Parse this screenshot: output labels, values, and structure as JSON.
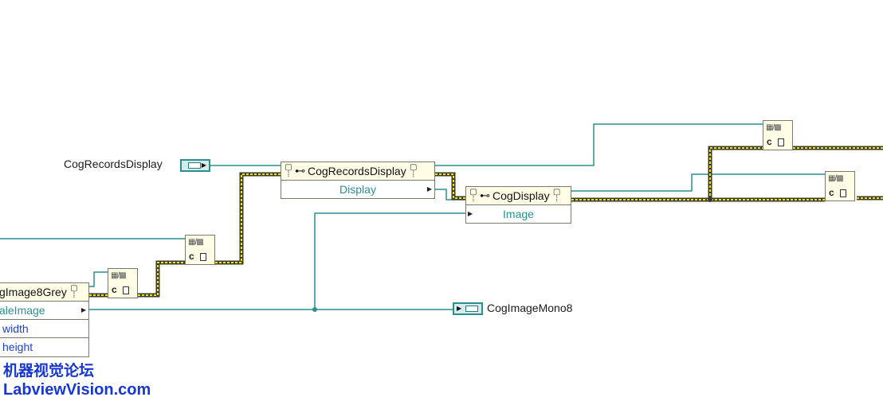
{
  "labels": {
    "records_display_control": "CogRecordsDisplay",
    "image_mono8_indicator": "CogImageMono8"
  },
  "nodes": {
    "records_display_ref": {
      "title": "CogRecordsDisplay",
      "property": "Display"
    },
    "display_ref": {
      "title": "CogDisplay",
      "property": "Image"
    },
    "image8grey": {
      "title": "gImage8Grey",
      "properties": [
        "aleImage",
        "width",
        "height"
      ]
    }
  },
  "icons": {
    "reference": "ref-icon",
    "key": "key-icon",
    "convert": "to-more-generic-class-icon",
    "control_terminal": "refnum-control-icon",
    "indicator_terminal": "refnum-indicator-icon"
  },
  "glyphs": {
    "ref": "ᵃ​",
    "key": "⊸"
  },
  "watermark": {
    "line1": "机器视觉论坛",
    "line2": "LabviewVision.com"
  },
  "colors": {
    "teal_wire": "#2a8f8f",
    "refnum_wire_yellow": "#f2e600",
    "refnum_wire_dark": "#3b3b2b",
    "node_fill": "#fffde6",
    "watermark": "#1637d6",
    "property_text": "#2a8f8f",
    "blue_property_text": "#1f3fd6"
  }
}
